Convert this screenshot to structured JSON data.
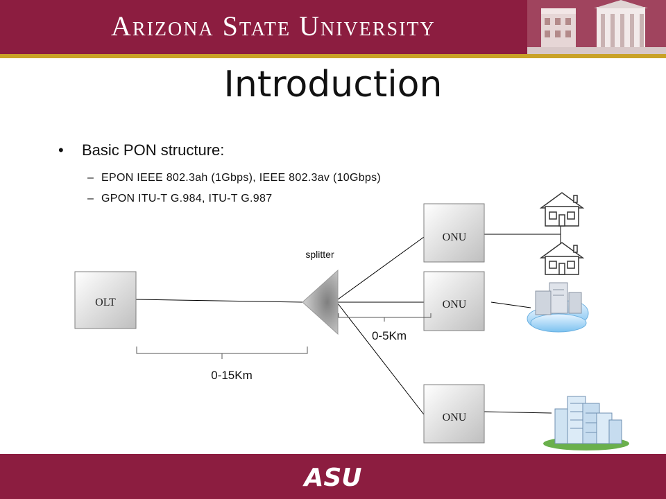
{
  "header": {
    "university": "Arizona State University"
  },
  "slide": {
    "title": "Introduction",
    "bullet": "Basic PON structure:",
    "sub_items": [
      "EPON IEEE 802.3ah (1Gbps), IEEE 802.3av (10Gbps)",
      "GPON ITU-T G.984, ITU-T G.987"
    ]
  },
  "diagram": {
    "olt_label": "OLT",
    "splitter_label": "splitter",
    "onu_labels": [
      "ONU",
      "ONU",
      "ONU"
    ],
    "distance_olt_splitter": "0-15Km",
    "distance_splitter_onu": "0-5Km"
  },
  "footer": {
    "logo_text": "ASU"
  },
  "colors": {
    "maroon": "#8c1d40",
    "gold": "#c9a227"
  }
}
